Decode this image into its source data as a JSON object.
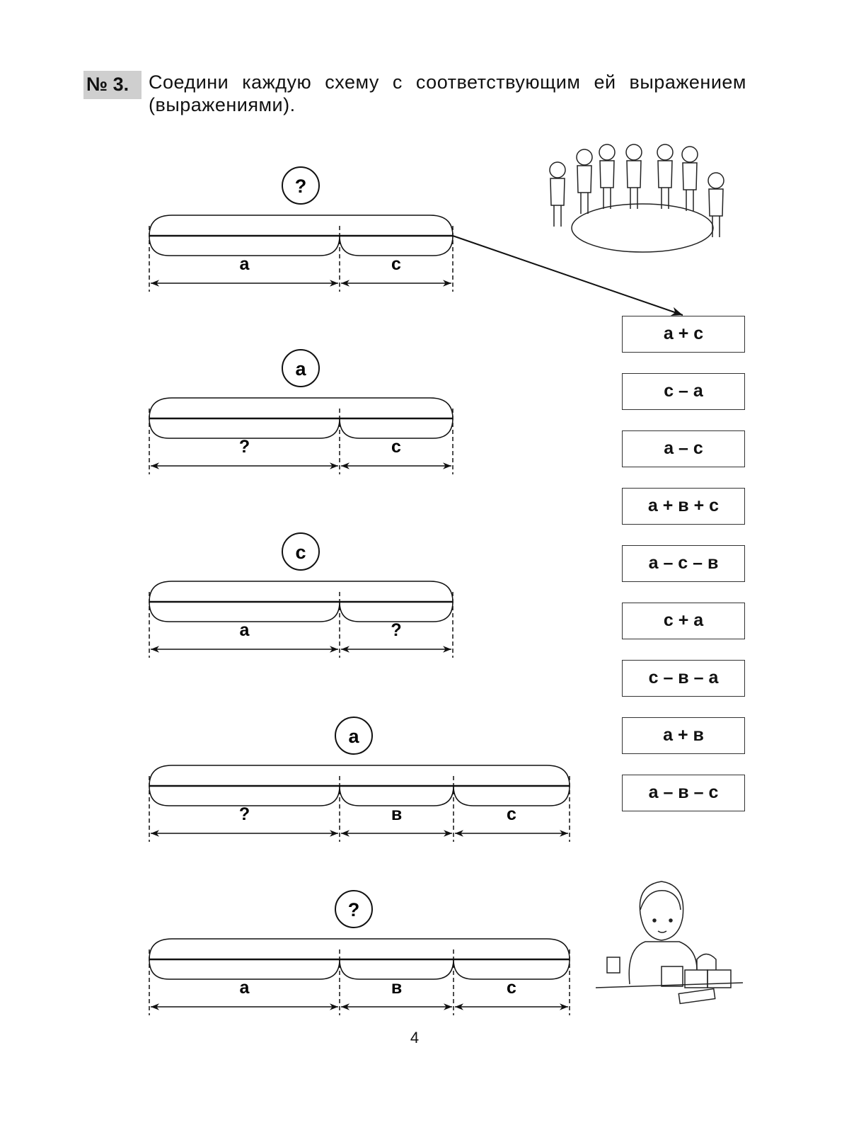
{
  "task": {
    "number": "№ 3.",
    "text": "Соедини каждую схему с соответствующим ей выражением (выражениями)."
  },
  "diagrams": [
    {
      "whole": "?",
      "parts": [
        "a",
        "c"
      ]
    },
    {
      "whole": "a",
      "parts": [
        "?",
        "c"
      ]
    },
    {
      "whole": "c",
      "parts": [
        "a",
        "?"
      ]
    },
    {
      "whole": "a",
      "parts": [
        "?",
        "в",
        "c"
      ]
    },
    {
      "whole": "?",
      "parts": [
        "a",
        "в",
        "c"
      ]
    }
  ],
  "expressions": [
    "a + c",
    "c – a",
    "a – c",
    "a + в + c",
    "a – c – в",
    "c + a",
    "c – в – a",
    "a + в",
    "a – в – c"
  ],
  "example_connection": {
    "from_diagram": 1,
    "to_expression": "a + c"
  },
  "page_number": "4"
}
